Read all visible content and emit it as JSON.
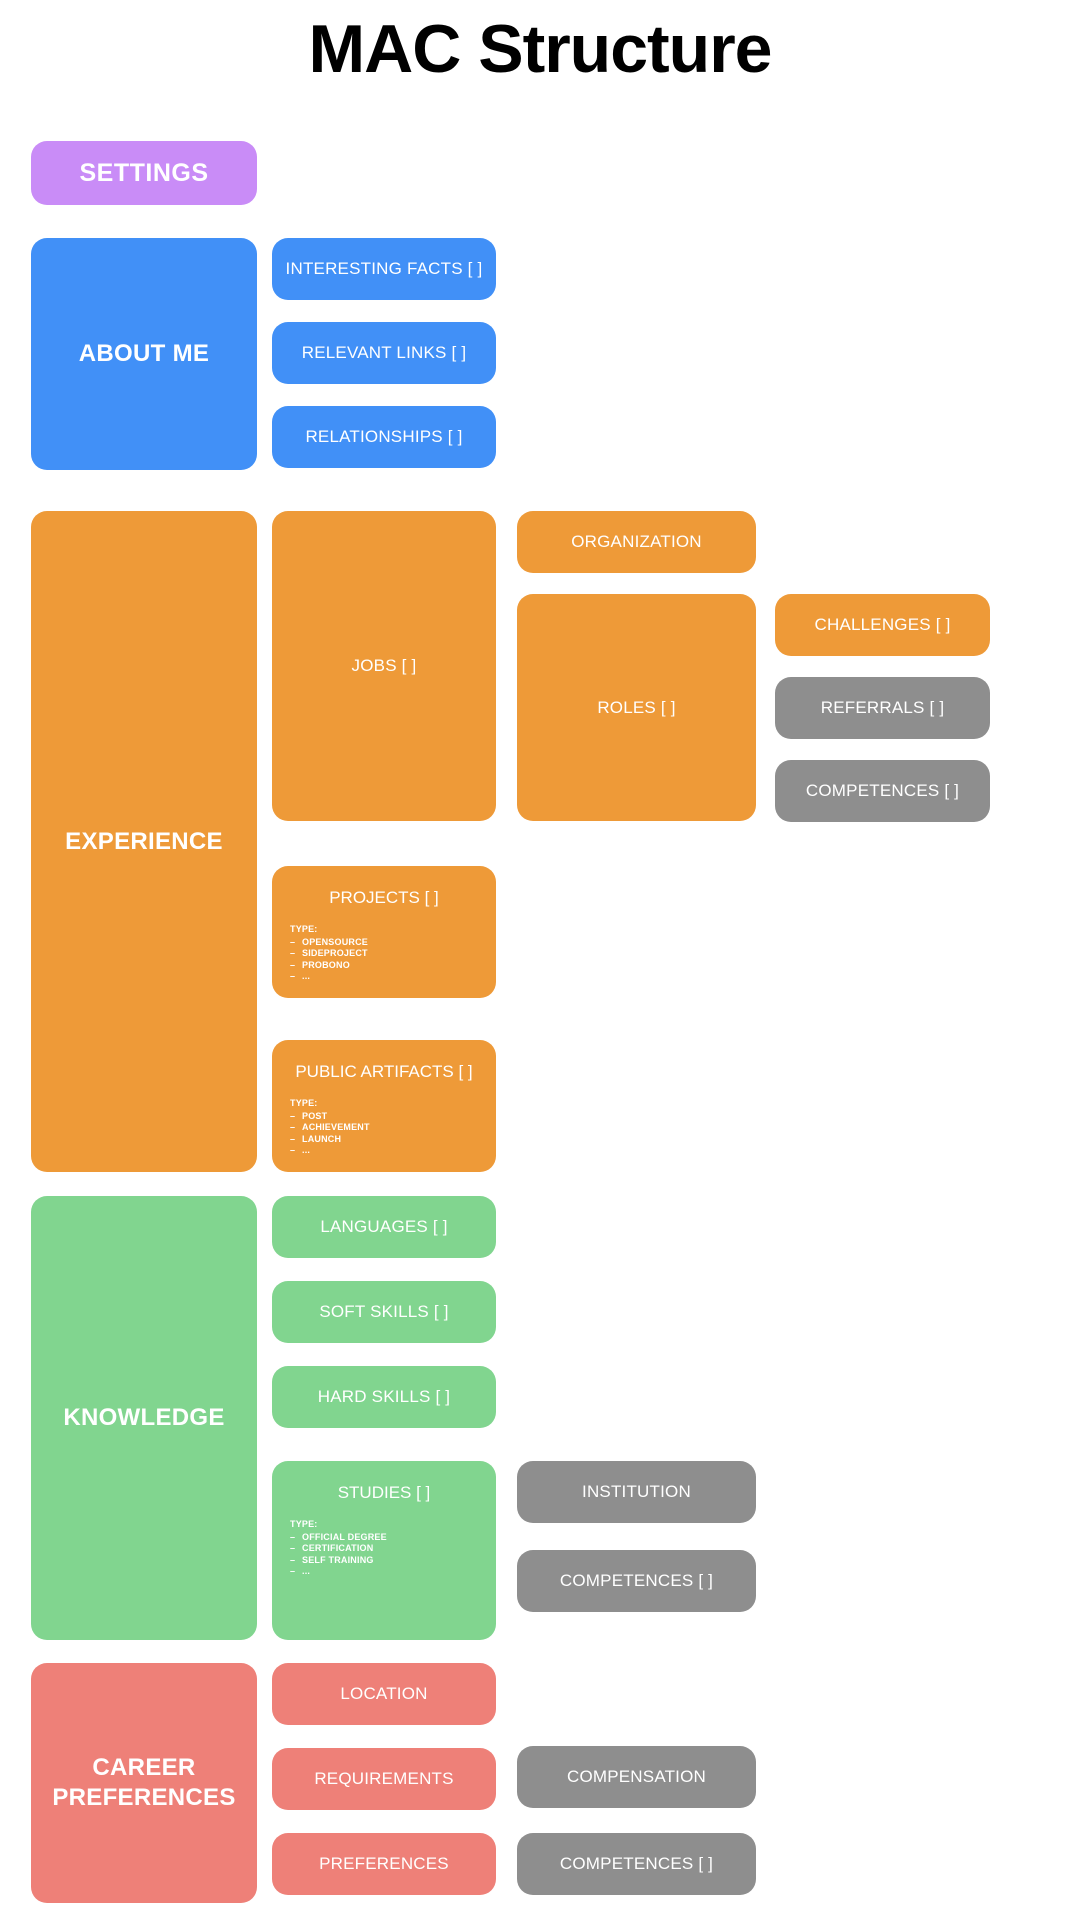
{
  "page": {
    "title": "MAC Structure",
    "background": "#ffffff"
  },
  "colors": {
    "purple": "#c98cf7",
    "blue": "#4190f7",
    "orange": "#ee9a38",
    "green": "#81d58f",
    "red": "#ee8078",
    "gray": "#8e8e8e",
    "text": "#ffffff",
    "title_text": "#000000"
  },
  "settings": {
    "label": "SETTINGS"
  },
  "about_me": {
    "label": "ABOUT ME",
    "children": [
      {
        "label": "INTERESTING FACTS [ ]"
      },
      {
        "label": "RELEVANT LINKS [ ]"
      },
      {
        "label": "RELATIONSHIPS [ ]"
      }
    ]
  },
  "experience": {
    "label": "EXPERIENCE",
    "jobs": {
      "label": "JOBS [ ]"
    },
    "organization": {
      "label": "ORGANIZATION"
    },
    "roles": {
      "label": "ROLES [ ]"
    },
    "challenges": {
      "label": "CHALLENGES [ ]"
    },
    "referrals": {
      "label": "REFERRALS [ ]"
    },
    "competences": {
      "label": "COMPETENCES [ ]"
    },
    "projects": {
      "label": "PROJECTS [ ]",
      "type_heading": "TYPE:",
      "types": [
        "OPENSOURCE",
        "SIDEPROJECT",
        "PROBONO",
        "..."
      ]
    },
    "public_artifacts": {
      "label": "PUBLIC ARTIFACTS [ ]",
      "type_heading": "TYPE:",
      "types": [
        "POST",
        "ACHIEVEMENT",
        "LAUNCH",
        "..."
      ]
    }
  },
  "knowledge": {
    "label": "KNOWLEDGE",
    "languages": {
      "label": "LANGUAGES [ ]"
    },
    "soft_skills": {
      "label": "SOFT SKILLS [ ]"
    },
    "hard_skills": {
      "label": "HARD SKILLS [ ]"
    },
    "studies": {
      "label": "STUDIES [ ]",
      "type_heading": "TYPE:",
      "types": [
        "OFFICIAL DEGREE",
        "CERTIFICATION",
        "SELF TRAINING",
        "..."
      ]
    },
    "institution": {
      "label": "INSTITUTION"
    },
    "competences": {
      "label": "COMPETENCES [ ]"
    }
  },
  "career_preferences": {
    "label": "CAREER PREFERENCES",
    "location": {
      "label": "LOCATION"
    },
    "requirements": {
      "label": "REQUIREMENTS"
    },
    "preferences": {
      "label": "PREFERENCES"
    },
    "compensation": {
      "label": "COMPENSATION"
    },
    "competences": {
      "label": "COMPETENCES [ ]"
    }
  }
}
